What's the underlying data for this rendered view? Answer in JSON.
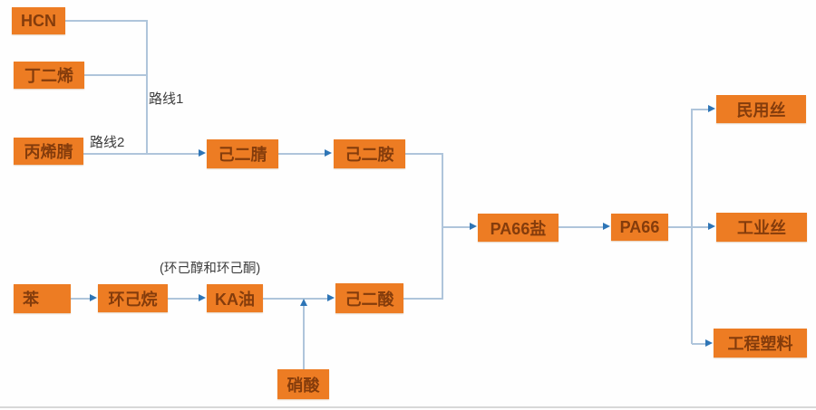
{
  "diagram": {
    "title_hint": "PA66 production flow",
    "nodes": {
      "hcn": "HCN",
      "butadiene": "丁二烯",
      "acrylonitrile": "丙烯腈",
      "adiponitrile": "己二腈",
      "hexamethylenediamine": "己二胺",
      "pa66_salt": "PA66盐",
      "pa66": "PA66",
      "benzene": "苯",
      "cyclohexane": "环己烷",
      "ka_oil": "KA油",
      "adipic_acid": "己二酸",
      "nitric_acid": "硝酸",
      "civilian_fiber": "民用丝",
      "industrial_fiber": "工业丝",
      "engineering_plastics": "工程塑料"
    },
    "labels": {
      "route1": "路线1",
      "route2": "路线2",
      "ka_note": "(环己醇和环己酮)"
    },
    "edges": [
      {
        "from": "HCN",
        "to": "己二腈",
        "via": "路线1"
      },
      {
        "from": "丁二烯",
        "to": "己二腈",
        "via": "路线1"
      },
      {
        "from": "丙烯腈",
        "to": "己二腈",
        "via": "路线2"
      },
      {
        "from": "己二腈",
        "to": "己二胺"
      },
      {
        "from": "己二胺",
        "to": "PA66盐"
      },
      {
        "from": "苯",
        "to": "环己烷"
      },
      {
        "from": "环己烷",
        "to": "KA油"
      },
      {
        "from": "KA油",
        "to": "己二酸"
      },
      {
        "from": "硝酸",
        "to": "己二酸"
      },
      {
        "from": "己二酸",
        "to": "PA66盐"
      },
      {
        "from": "PA66盐",
        "to": "PA66"
      },
      {
        "from": "PA66",
        "to": "民用丝"
      },
      {
        "from": "PA66",
        "to": "工业丝"
      },
      {
        "from": "PA66",
        "to": "工程塑料"
      }
    ],
    "colors": {
      "node_fill": "#ED7C23",
      "node_text": "#843C0C",
      "line": "#AFC5DB",
      "arrow": "#2E75B6",
      "label_text": "#3D3D3D"
    }
  }
}
